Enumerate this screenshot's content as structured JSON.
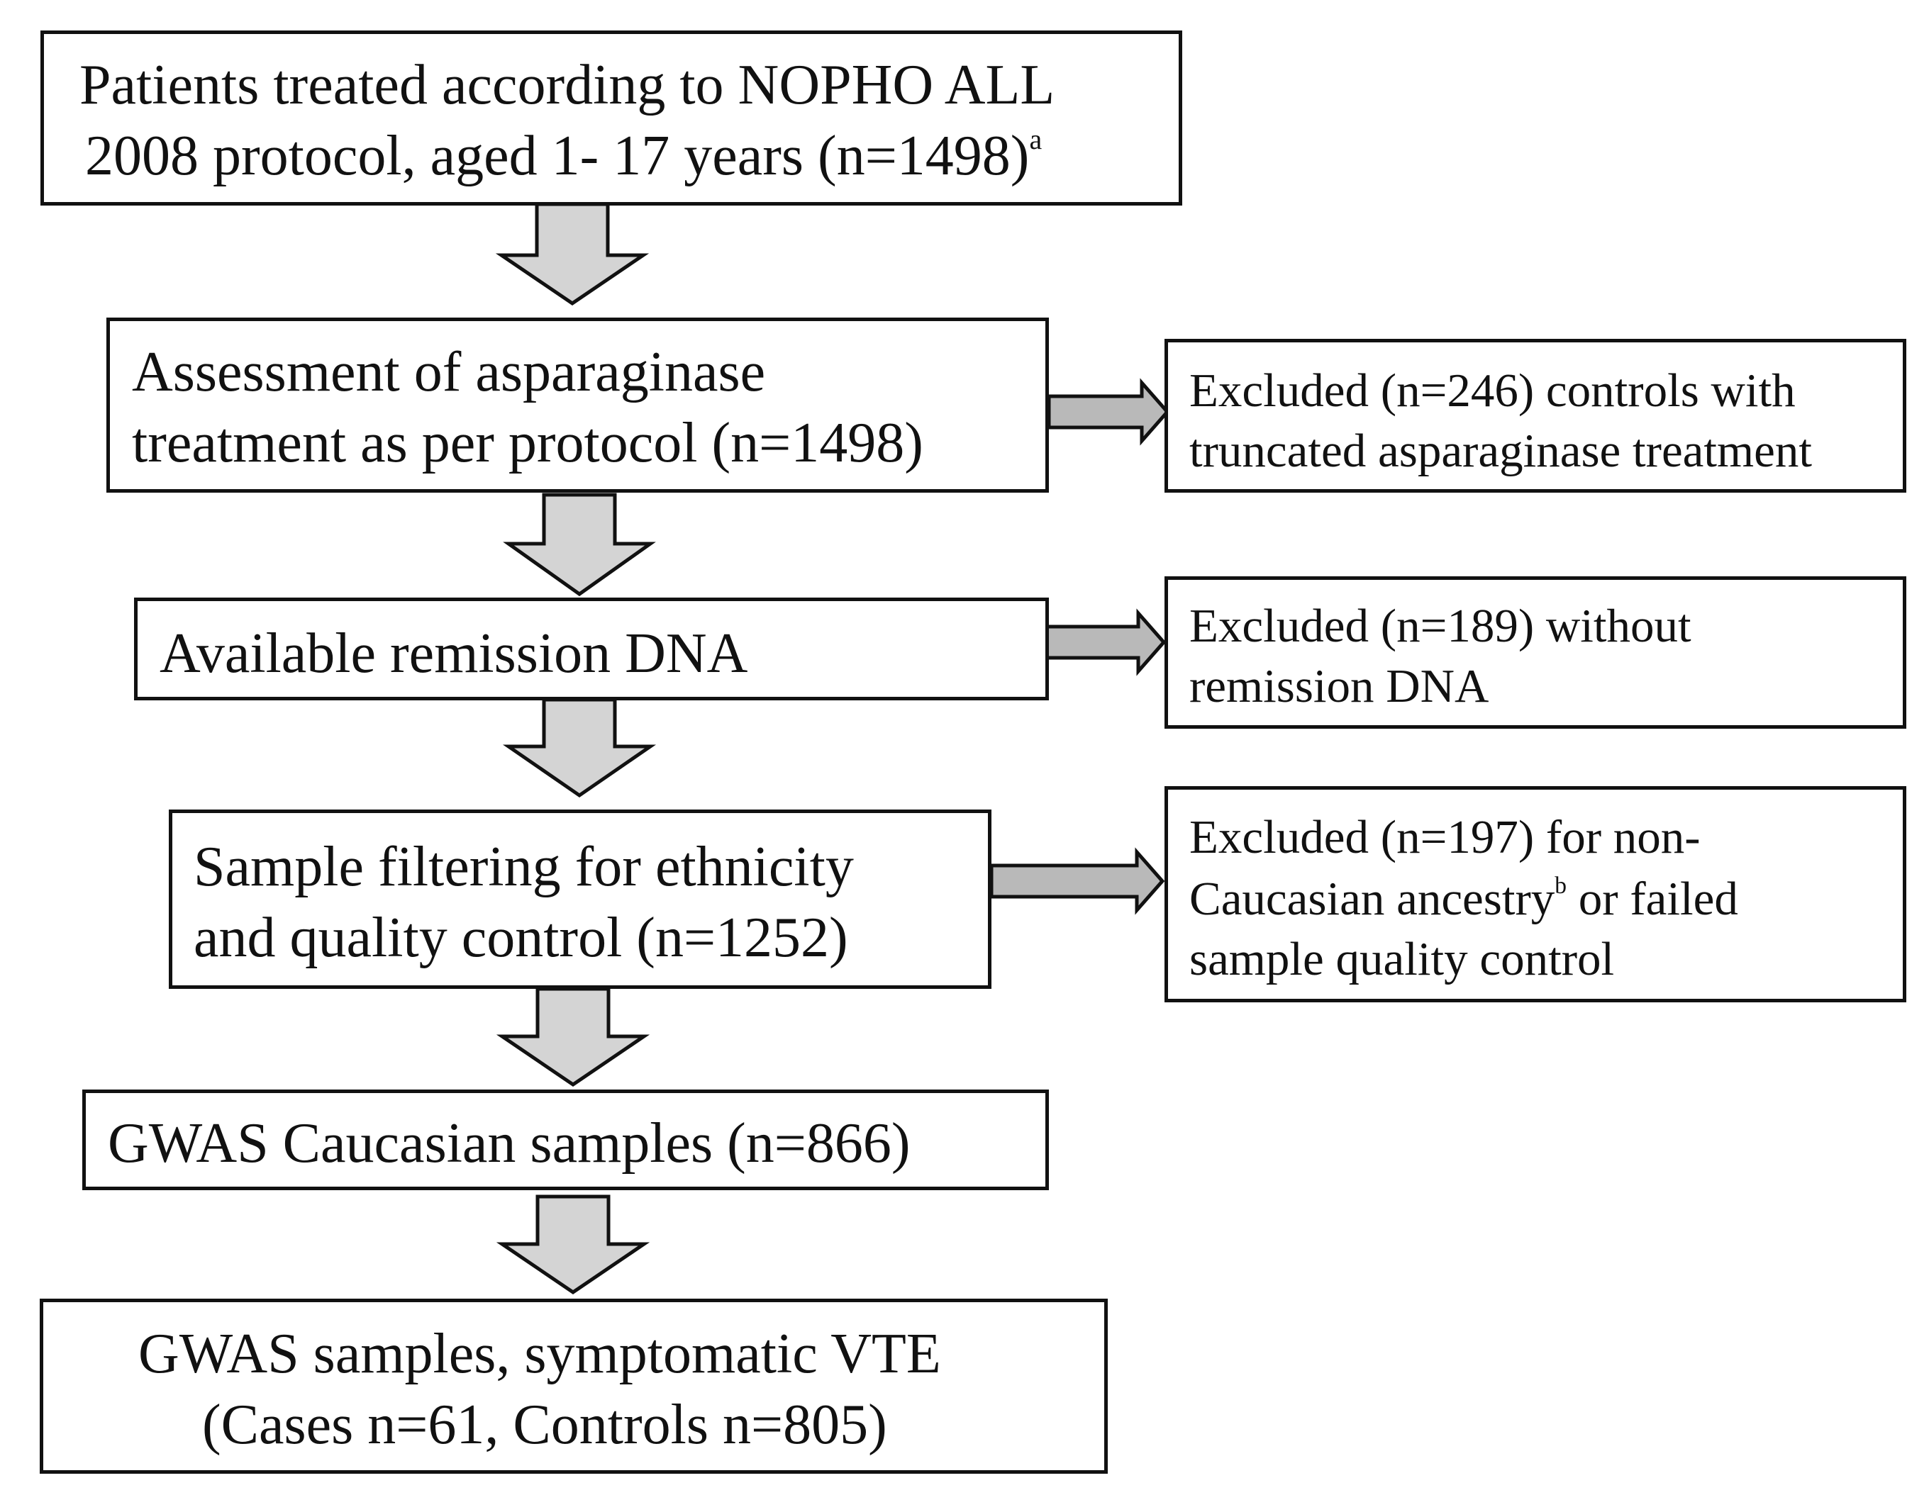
{
  "flow": {
    "step1": {
      "line1": "Patients treated according to NOPHO ALL",
      "line2": "2008 protocol, aged 1- 17 years (n=1498)",
      "sup": "a"
    },
    "step2": {
      "line1": "Assessment of asparaginase",
      "line2": "treatment as per protocol (n=1498)"
    },
    "step3": {
      "line1": "Available remission DNA"
    },
    "step4": {
      "line1": "Sample filtering for ethnicity",
      "line2": "and quality control (n=1252)"
    },
    "step5": {
      "line1": "GWAS Caucasian samples  (n=866)"
    },
    "step6": {
      "line1": "GWAS samples, symptomatic VTE",
      "line2": "(Cases n=61, Controls n=805)"
    }
  },
  "exclusions": {
    "ex1": {
      "line1": "Excluded (n=246) controls with",
      "line2": "truncated asparaginase treatment"
    },
    "ex2": {
      "line1": "Excluded (n=189) without",
      "line2": "remission DNA"
    },
    "ex3": {
      "line1": "Excluded (n=197) for non-",
      "line2a": "Caucasian ancestry",
      "sup": "b",
      "line2b": " or failed",
      "line3": "sample quality control"
    }
  }
}
